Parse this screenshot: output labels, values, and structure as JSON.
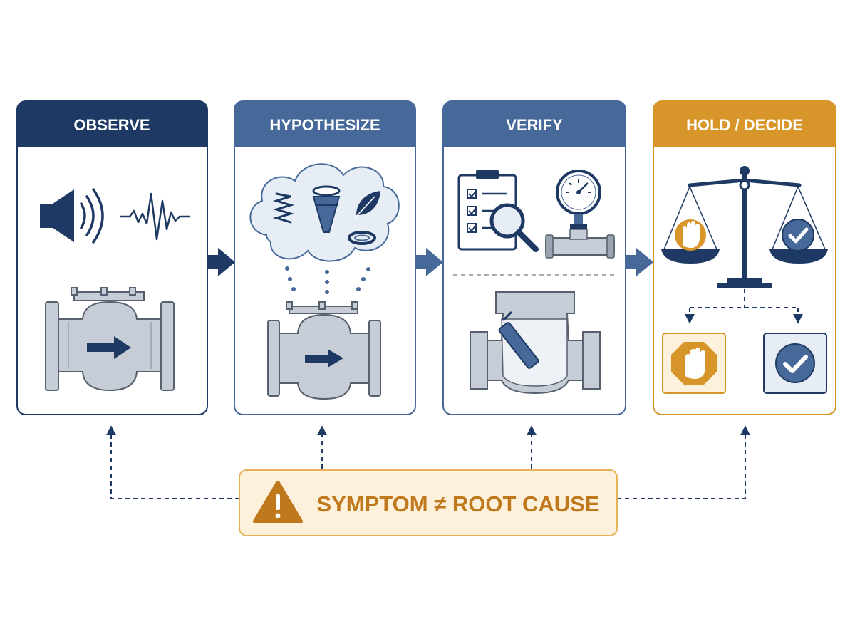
{
  "stages": [
    {
      "title": "OBSERVE",
      "header_color": "#1e3a64",
      "border_color": "#1e3a64"
    },
    {
      "title": "HYPOTHESIZE",
      "header_color": "#46699a",
      "border_color": "#46699a"
    },
    {
      "title": "VERIFY",
      "header_color": "#46699a",
      "border_color": "#46699a"
    },
    {
      "title": "HOLD / DECIDE",
      "header_color": "#d8962a",
      "border_color": "#d8962a"
    }
  ],
  "banner": {
    "text": "SYMPTOM ≠ ROOT CAUSE",
    "fill_color": "#fdf1dc",
    "border_color": "#e5b25a",
    "text_color": "#c0781c"
  },
  "colors": {
    "navy": "#1e3a64",
    "steel_blue": "#46699a",
    "amber": "#d8962a",
    "valve_gray": "#c7cdd6",
    "valve_outline": "#56606e",
    "check_blue": "#46699a"
  },
  "icons": {
    "observe": [
      "speaker-icon",
      "waveform-icon",
      "check-valve-icon",
      "flow-arrow-icon"
    ],
    "hypothesize": [
      "thought-cloud-icon",
      "spring-icon",
      "wedge-filter-icon",
      "leaf-debris-icon",
      "seal-ring-icon",
      "check-valve-icon"
    ],
    "verify": [
      "clipboard-checklist-icon",
      "magnifier-icon",
      "pressure-gauge-icon",
      "valve-cross-section-icon"
    ],
    "decide": [
      "balance-scale-icon",
      "hand-stop-icon",
      "checkmark-icon"
    ]
  }
}
